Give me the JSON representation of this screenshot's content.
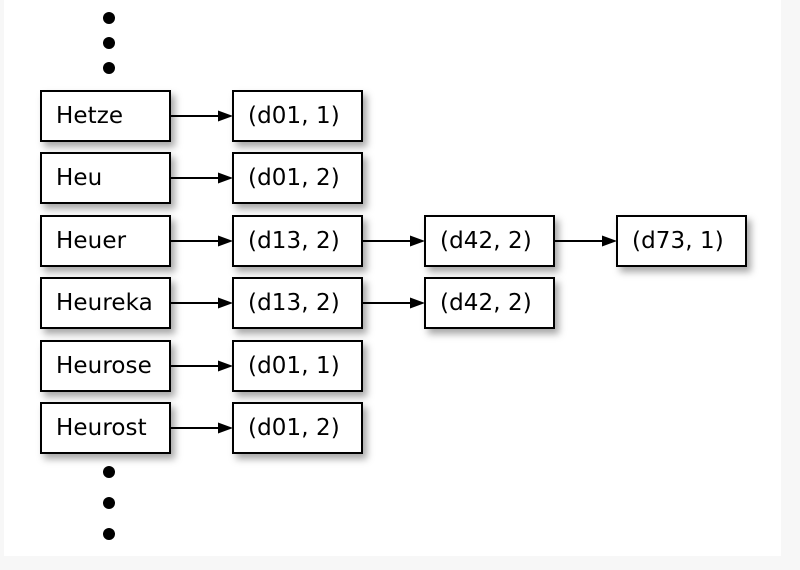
{
  "diagram": {
    "type": "inverted-index-posting-lists",
    "background_color": "#f7f7f7",
    "page_color": "#ffffff",
    "node_border_color": "#000000",
    "columns": [
      {
        "name": "dictionary-terms",
        "nodes": [
          {
            "id": "term-hetze",
            "label": "Hetze"
          },
          {
            "id": "term-heu",
            "label": "Heu"
          },
          {
            "id": "term-heuer",
            "label": "Heuer"
          },
          {
            "id": "term-heureka",
            "label": "Heureka"
          },
          {
            "id": "term-heurose",
            "label": "Heurose"
          },
          {
            "id": "term-heurost",
            "label": "Heurost"
          }
        ]
      },
      {
        "name": "posting-column-1",
        "nodes": [
          {
            "id": "p1-r1",
            "label": "(d01, 1)"
          },
          {
            "id": "p1-r2",
            "label": "(d01, 2)"
          },
          {
            "id": "p1-r3",
            "label": "(d13, 2)"
          },
          {
            "id": "p1-r4",
            "label": "(d13, 2)"
          },
          {
            "id": "p1-r5",
            "label": "(d01, 1)"
          },
          {
            "id": "p1-r6",
            "label": "(d01, 2)"
          }
        ]
      },
      {
        "name": "posting-column-2",
        "nodes": [
          {
            "id": "p2-r3",
            "label": "(d42, 2)"
          },
          {
            "id": "p2-r4",
            "label": "(d42, 2)"
          }
        ]
      },
      {
        "name": "posting-column-3",
        "nodes": [
          {
            "id": "p3-r3",
            "label": "(d73, 1)"
          }
        ]
      }
    ],
    "ellipsis": {
      "top": {
        "name": "ellipsis-above-terms",
        "dot_count": 3
      },
      "bottom": {
        "name": "ellipsis-below-terms",
        "dot_count": 3
      }
    },
    "arrows": [
      {
        "id": "a-hetze",
        "from": "term-hetze",
        "to": "p1-r1"
      },
      {
        "id": "a-heu",
        "from": "term-heu",
        "to": "p1-r2"
      },
      {
        "id": "a-heuer",
        "from": "term-heuer",
        "to": "p1-r3"
      },
      {
        "id": "a-heureka",
        "from": "term-heureka",
        "to": "p1-r4"
      },
      {
        "id": "a-heurose",
        "from": "term-heurose",
        "to": "p1-r5"
      },
      {
        "id": "a-heurost",
        "from": "term-heurost",
        "to": "p1-r6"
      },
      {
        "id": "a-r3-next",
        "from": "p1-r3",
        "to": "p2-r3"
      },
      {
        "id": "a-r4-next",
        "from": "p1-r4",
        "to": "p2-r4"
      },
      {
        "id": "a-r3-last",
        "from": "p2-r3",
        "to": "p3-r3"
      }
    ]
  }
}
